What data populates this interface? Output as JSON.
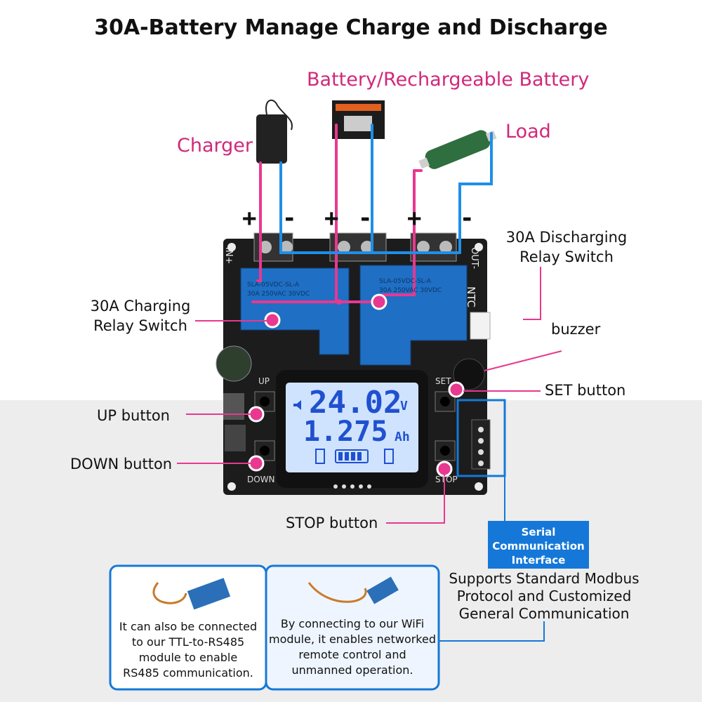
{
  "title": "30A-Battery Manage Charge and Discharge",
  "labels": {
    "battery": "Battery/Rechargeable Battery",
    "charger": "Charger",
    "load": "Load"
  },
  "signs": {
    "plus": "+",
    "minus": "-"
  },
  "callouts": {
    "discharging_relay": [
      "30A Discharging",
      "Relay Switch"
    ],
    "charging_relay": [
      "30A Charging",
      "Relay Switch"
    ],
    "buzzer": "buzzer",
    "set_button": "SET button",
    "up_button": "UP button",
    "down_button": "DOWN button",
    "stop_button": "STOP button"
  },
  "board": {
    "terminal_labels": {
      "in": "IN+",
      "out": "OUT-",
      "ntc": "NTC"
    },
    "button_labels": {
      "up": "UP",
      "set": "SET",
      "down": "DOWN",
      "stop": "STOP"
    },
    "relay_left": [
      "SLA-05VDC-SL-A",
      "30A 250VAC 30VDC"
    ],
    "relay_right": [
      "SLA-05VDC-SL-A",
      "30A 250VAC 30VDC"
    ]
  },
  "lcd": {
    "voltage": "24.02",
    "voltage_unit": "V",
    "capacity": "1.275",
    "capacity_unit": "Ah"
  },
  "serial": {
    "badge": [
      "Serial",
      "Communication",
      "Interface"
    ],
    "description": [
      "Supports Standard Modbus",
      "Protocol and Customized",
      "General Communication"
    ]
  },
  "panels": {
    "rs485": [
      "It can also be connected",
      "to our TTL-to-RS485",
      "module to enable",
      "RS485 communication."
    ],
    "wifi": [
      "By connecting to our WiFi",
      "module, it enables networked",
      "remote control and",
      "unmanned operation."
    ]
  },
  "colors": {
    "pink": "#d1287a",
    "blue": "#1578d8",
    "board": "#1c1c1c",
    "relay": "#1f6fc4",
    "lcd": "#cfe3ff"
  }
}
